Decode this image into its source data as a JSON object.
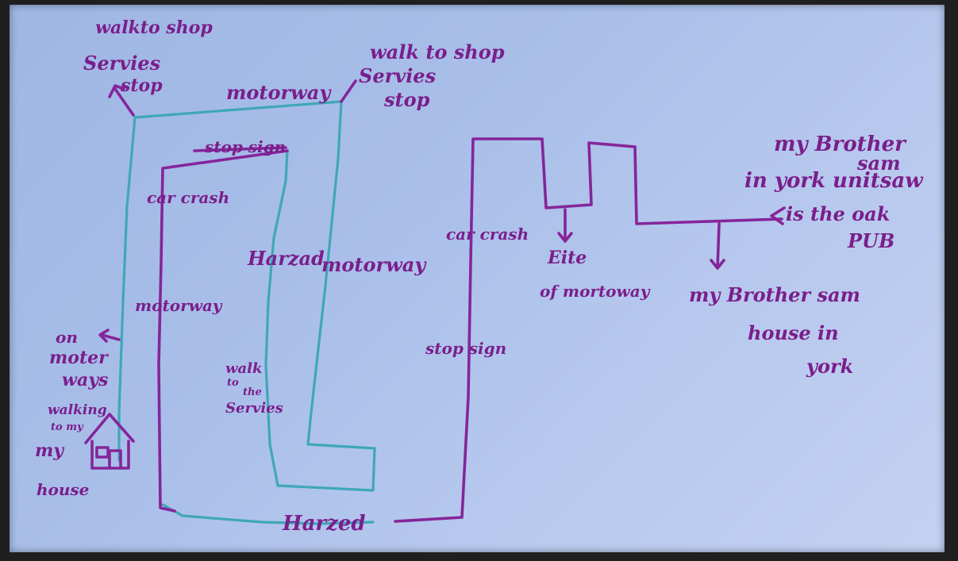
{
  "labels": {
    "top_left_walk": "walkto shop",
    "top_left_services": "Servies",
    "top_left_stop": "stop",
    "top_motorway": "motorway",
    "top_mid_walk": "walk to shop",
    "top_mid_services": "Servies",
    "top_mid_stop": "stop",
    "stop_sign_top": "stop sign",
    "car_crash_left": "car crash",
    "hazard_motorway_1": "Harzad",
    "hazard_motorway_2": "motorway",
    "motorway_left": "motorway",
    "on_motorways_1": "on",
    "on_motorways_2": "moter",
    "on_motorways_3": "ways",
    "walk_services_1": "walk",
    "walk_services_2": "to",
    "walk_services_3": "the",
    "walk_services_4": "Servies",
    "walking_1": "walking",
    "walking_2": "to my",
    "my_house_1": "my",
    "my_house_2": "house",
    "hazard_bottom": "Harzed",
    "car_crash_right": "car crash",
    "stop_sign_right": "stop sign",
    "exit_1": "Eite",
    "exit_2": "of mortoway",
    "brother_house_1": "my Brother sam",
    "brother_house_2": "house in",
    "brother_house_3": "york",
    "pub_1": "my Brother",
    "pub_2": "sam",
    "pub_3": "in york unitsaw",
    "pub_4": "is the oak",
    "pub_5": "PUB"
  },
  "colors": {
    "marker_purple": "#85259a",
    "marker_teal": "#3fa7b8",
    "paper": "#a9bfe9"
  }
}
